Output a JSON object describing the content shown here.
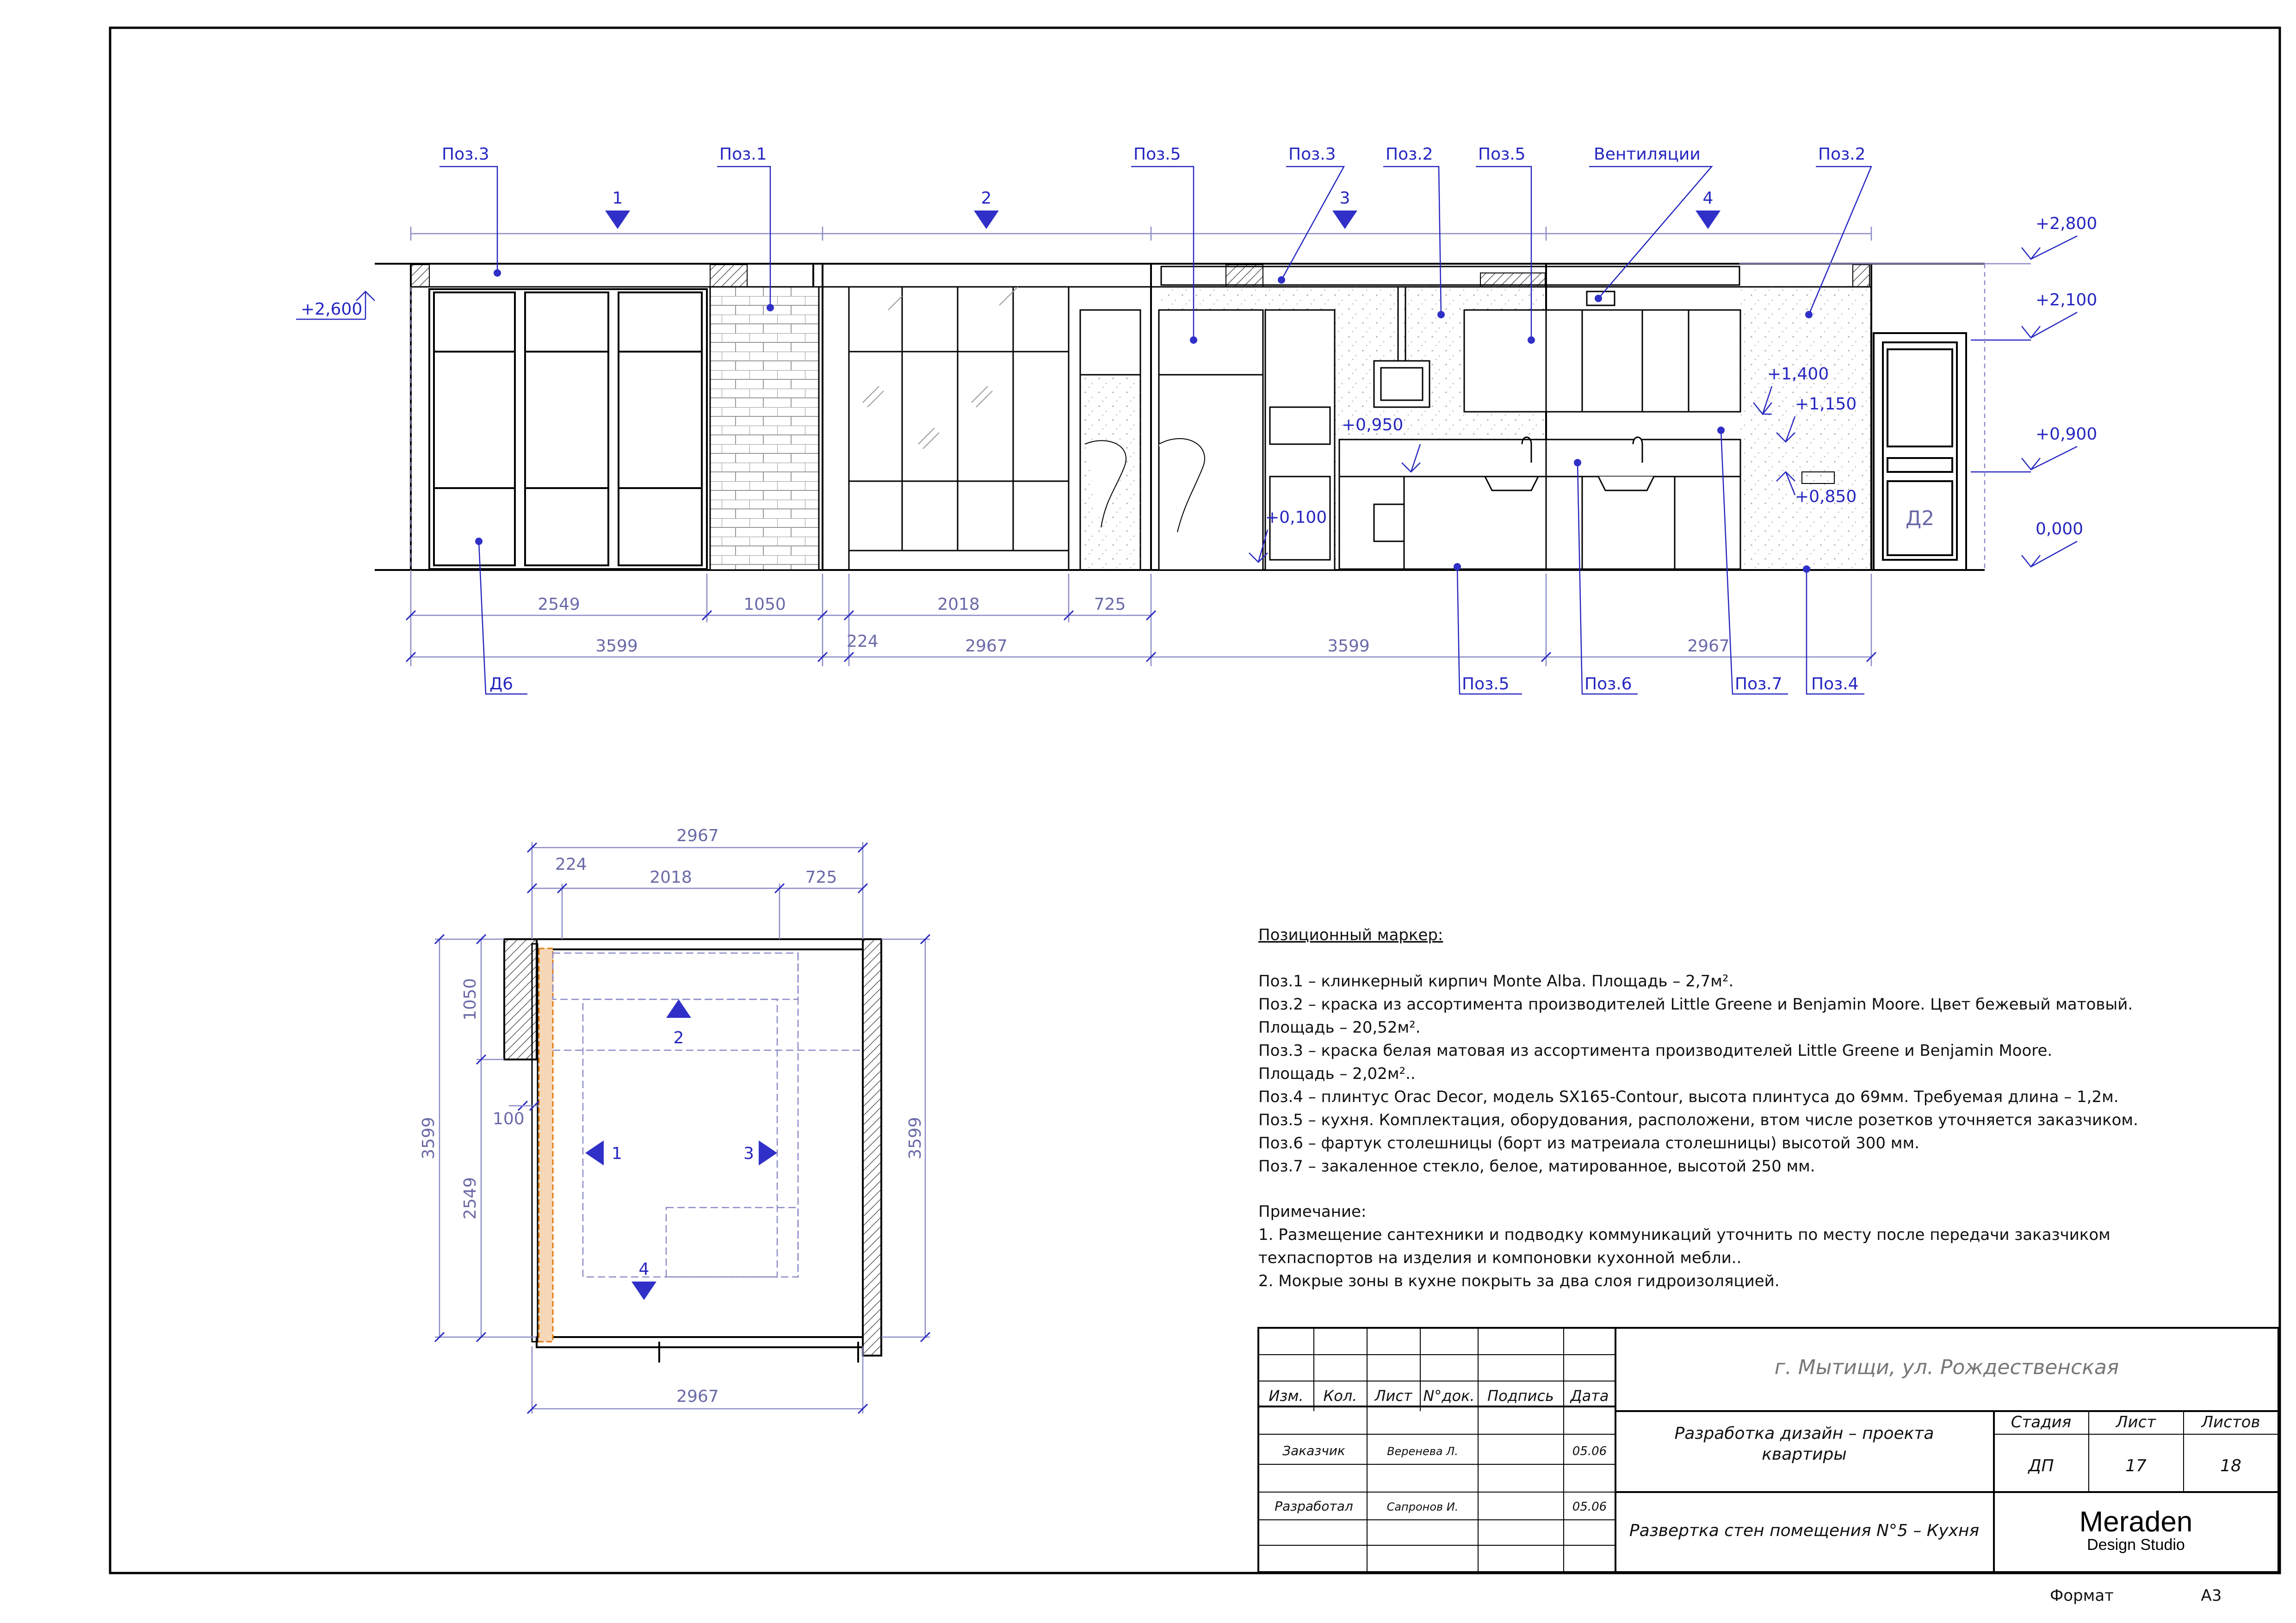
{
  "elevation": {
    "callouts_top": [
      "Поз.3",
      "Поз.1",
      "Поз.5",
      "Поз.3",
      "Поз.2",
      "Поз.5",
      "Вентиляции",
      "Поз.2"
    ],
    "wall_markers": [
      "1",
      "2",
      "3",
      "4"
    ],
    "levels_right": [
      "+2,800",
      "+2,100",
      "+0,900",
      "0,000"
    ],
    "level_left": "+2,600",
    "levels_inner": [
      "+1,400",
      "+1,150",
      "+0,950",
      "+0,850",
      "+0,100"
    ],
    "door_label": "Д2",
    "dims_row1": [
      "2549",
      "1050",
      "2018",
      "725"
    ],
    "dims_row2": [
      "3599",
      "224",
      "2967",
      "3599",
      "2967"
    ],
    "callouts_bottom": [
      "Д6",
      "Поз.5",
      "Поз.6",
      "Поз.7",
      "Поз.4"
    ]
  },
  "plan": {
    "dims_top": [
      "2967",
      "224",
      "2018",
      "725"
    ],
    "dims_left": [
      "1050",
      "2549",
      "100",
      "3599"
    ],
    "dim_right": "3599",
    "dim_bottom": "2967",
    "markers": [
      "2",
      "1",
      "3",
      "4"
    ]
  },
  "notes": {
    "title": "Позиционный маркер:",
    "lines": [
      "Поз.1 – клинкерный кирпич Monte Alba. Площадь – 2,7м².",
      "Поз.2 – краска из ассортимента производителей Little Greene и Benjamin Moore. Цвет бежевый матовый.",
      "Площадь – 20,52м².",
      "Поз.3 – краска белая матовая из ассортимента производителей Little Greene и Benjamin Moore.",
      "Площадь – 2,02м²..",
      "Поз.4 – плинтус Orac Decor, модель SX165-Contour, высота плинтуса до 69мм. Требуемая длина – 1,2м.",
      "Поз.5 – кухня. Комплектация, оборудования, расположени, втом числе розетков уточняется заказчиком.",
      "Поз.6 – фартук столешницы (борт из матреиала столешницы) высотой 300 мм.",
      "Поз.7 – закаленное стекло, белое, матированное, высотой 250 мм."
    ],
    "remark_title": "Примечание:",
    "remarks": [
      "1. Размещение сантехники и подводку коммуникаций уточнить по месту после передачи заказчиком",
      "техпаспортов на изделия и компоновки кухонной мебли..",
      "2. Мокрые зоны в кухне покрыть за два слоя гидроизоляцией."
    ]
  },
  "stamp": {
    "headers": [
      "Изм.",
      "Кол.",
      "Лист",
      "N°док.",
      "Подпись",
      "Дата"
    ],
    "customer_role": "Заказчик",
    "customer_name": "Веренева Л.",
    "customer_date": "05.06",
    "developer_role": "Разработал",
    "developer_name": "Сапронов И.",
    "developer_date": "05.06",
    "address": "г. Мытищи, ул. Рождественская",
    "project_line1": "Разработка дизайн – проекта",
    "project_line2": "квартиры",
    "sheet_title": "Развертка стен помещения N°5 – Кухня",
    "stage_label": "Стадия",
    "sheet_label": "Лист",
    "sheets_label": "Листов",
    "stage": "ДП",
    "sheet": "17",
    "sheets": "18",
    "brand": "Meraden",
    "brand_sub": "Design Studio"
  },
  "footer": {
    "format_label": "Формат",
    "format_value": "А3"
  }
}
